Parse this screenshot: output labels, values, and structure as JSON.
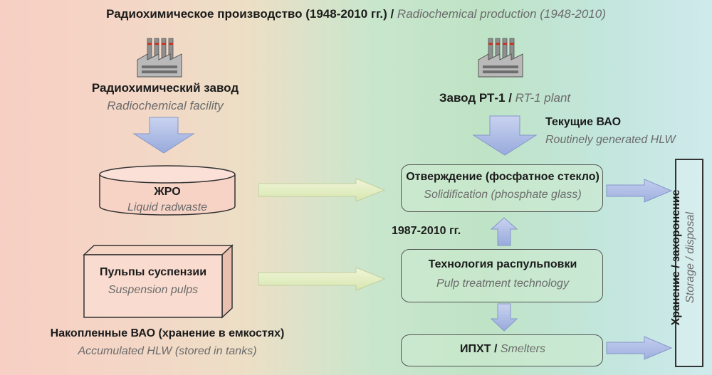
{
  "header": {
    "title_ru": "Радиохимическое производство (1948-2010 гг.)",
    "separator": " / ",
    "title_en": "Radiochemical production (1948-2010)"
  },
  "left": {
    "facility": {
      "ru": "Радиохимический завод",
      "en": "Radiochemical facility"
    },
    "liquid": {
      "ru": "ЖРО",
      "en": "Liquid radwaste"
    },
    "pulps": {
      "ru": "Пульпы суспензии",
      "en": "Suspension pulps"
    },
    "accumulated": {
      "ru": "Накопленные ВАО (хранение в емкостях)",
      "en": "Accumulated HLW (stored in tanks)"
    }
  },
  "right": {
    "plant": {
      "ru": "Завод РТ-1",
      "sep": " / ",
      "en": "RT-1 plant"
    },
    "current": {
      "ru": "Текущие ВАО",
      "en": "Routinely generated HLW"
    },
    "solidification": {
      "ru": "Отверждение (фосфатное стекло)",
      "en": "Solidification (phosphate glass)"
    },
    "period": "1987-2010 гг.",
    "pulp_tech": {
      "ru": "Технология распульповки",
      "en": "Pulp treatment technology"
    },
    "smelters": {
      "ru": "ИПХТ",
      "sep": " / ",
      "en": "Smelters"
    },
    "storage": {
      "ru": "Хранение / захоронение",
      "en": "Storage / disposal"
    }
  },
  "colors": {
    "arrow_blue": "#a9b8e2",
    "arrow_green": "#e6f0c8",
    "box_fill": "#cdebd0"
  },
  "icons": [
    "factory-icon"
  ]
}
